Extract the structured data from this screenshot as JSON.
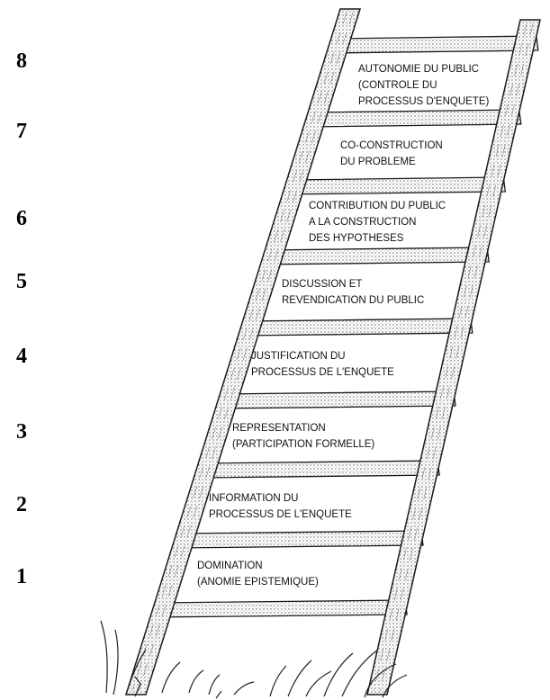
{
  "levels": [
    {
      "number": "8",
      "lines": [
        "AUTONOMIE DU PUBLIC",
        "(CONTROLE DU",
        "PROCESSUS D'ENQUETE)"
      ]
    },
    {
      "number": "7",
      "lines": [
        "CO-CONSTRUCTION",
        "DU PROBLEME"
      ]
    },
    {
      "number": "6",
      "lines": [
        "CONTRIBUTION DU PUBLIC",
        "A LA CONSTRUCTION",
        "DES HYPOTHESES"
      ]
    },
    {
      "number": "5",
      "lines": [
        "DISCUSSION ET",
        "REVENDICATION DU PUBLIC"
      ]
    },
    {
      "number": "4",
      "lines": [
        "JUSTIFICATION DU",
        "PROCESSUS DE L'ENQUETE"
      ]
    },
    {
      "number": "3",
      "lines": [
        "REPRESENTATION",
        "(PARTICIPATION FORMELLE)"
      ]
    },
    {
      "number": "2",
      "lines": [
        "INFORMATION DU",
        "PROCESSUS DE L'ENQUETE"
      ]
    },
    {
      "number": "1",
      "lines": [
        "DOMINATION",
        "(ANOMIE EPISTEMIQUE)"
      ]
    }
  ],
  "colors": {
    "ink": "#1a1a1a",
    "wood": "#cfcfcf",
    "background": "#ffffff"
  },
  "icons": {
    "illustration": "wooden-ladder-drawing"
  }
}
